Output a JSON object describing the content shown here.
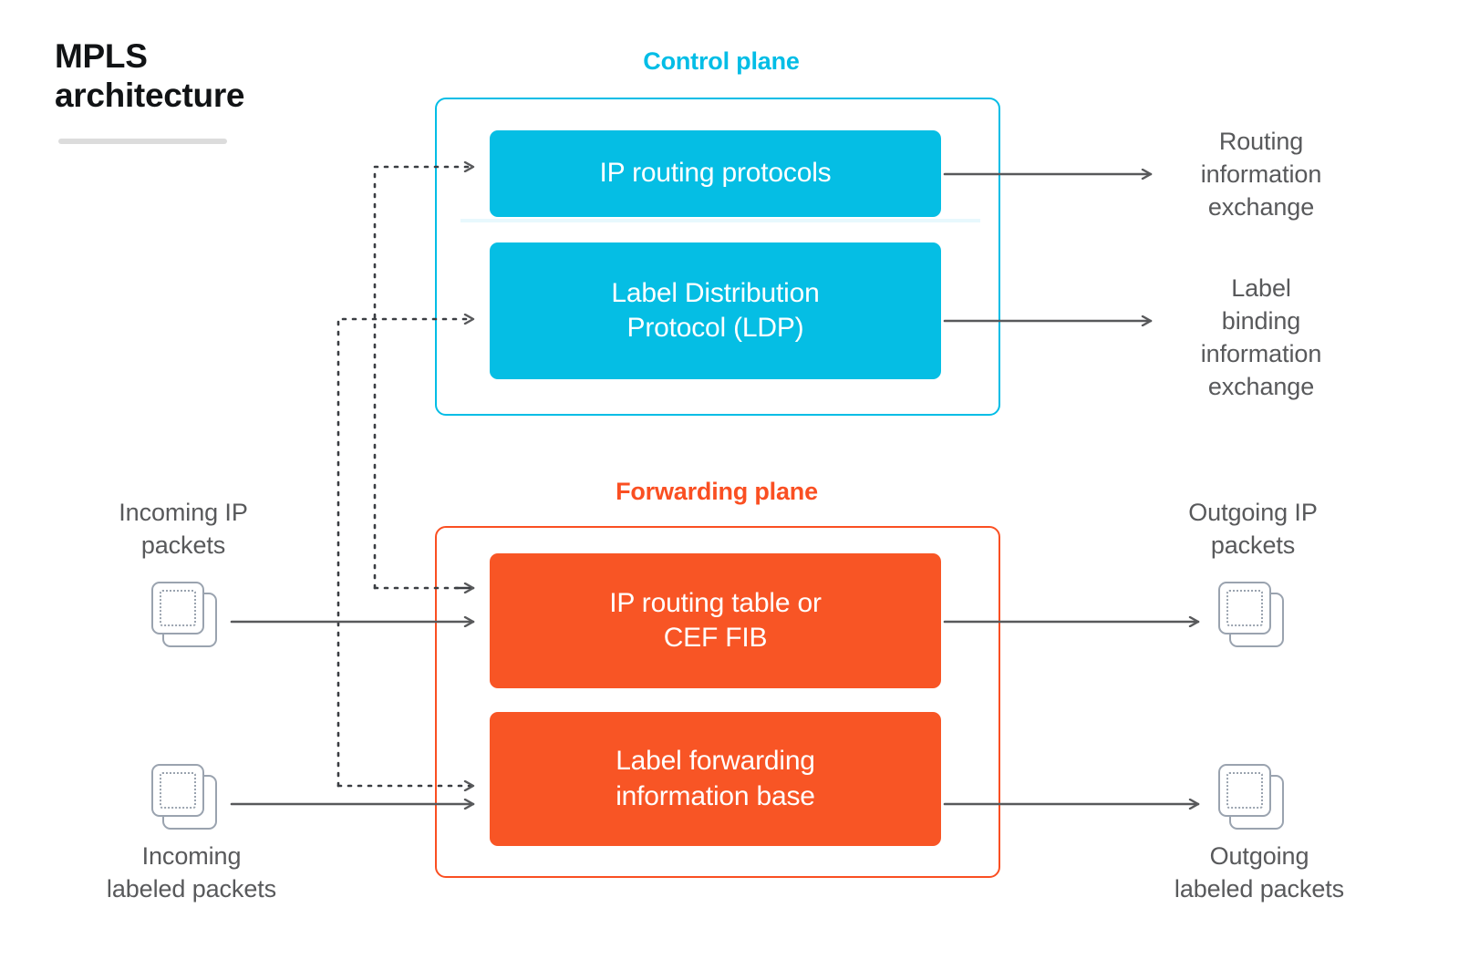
{
  "title": {
    "line1": "MPLS",
    "line2": "architecture"
  },
  "colors": {
    "control_accent": "#00BDE6",
    "control_box": "#05BEE4",
    "forwarding_accent": "#FA4F22",
    "forwarding_box": "#F85525",
    "text_gray": "#58595B",
    "title_black": "#111315",
    "icon_gray": "#9aa3af",
    "arrow_gray": "#58595B"
  },
  "planes": [
    {
      "id": "control",
      "caption": "Control plane",
      "nodes": [
        {
          "id": "ip-routing-protocols",
          "label": "IP routing protocols"
        },
        {
          "id": "ldp",
          "label": "Label Distribution\nProtocol (LDP)"
        }
      ]
    },
    {
      "id": "forwarding",
      "caption": "Forwarding plane",
      "nodes": [
        {
          "id": "ip-routing-table",
          "label": "IP routing table or\nCEF FIB"
        },
        {
          "id": "lfib",
          "label": "Label forwarding\ninformation base"
        }
      ]
    }
  ],
  "node_labels": {
    "ip_routing_protocols": "IP routing protocols",
    "ldp": "Label Distribution\nProtocol (LDP)",
    "ip_routing_table": "IP routing table or\nCEF FIB",
    "lfib": "Label forwarding\ninformation base"
  },
  "right_labels": {
    "routing_exchange": "Routing\ninformation\nexchange",
    "binding_exchange": "Label\nbinding\ninformation\nexchange",
    "outgoing_ip": "Outgoing IP\npackets",
    "outgoing_labeled": "Outgoing\nlabeled packets"
  },
  "left_labels": {
    "incoming_ip": "Incoming IP\npackets",
    "incoming_labeled": "Incoming\nlabeled packets"
  },
  "icons": {
    "incoming_ip_packet": "packet-stack-icon",
    "incoming_labeled_packet": "packet-stack-icon",
    "outgoing_ip_packet": "packet-stack-icon",
    "outgoing_labeled_packet": "packet-stack-icon"
  },
  "connectors": [
    {
      "name": "incoming-ip-to-routing-table",
      "style": "solid",
      "from": "incoming-ip-packets",
      "to": "ip-routing-table"
    },
    {
      "name": "incoming-labeled-to-lfib",
      "style": "solid",
      "from": "incoming-labeled-packets",
      "to": "lfib"
    },
    {
      "name": "routing-table-to-outgoing-ip",
      "style": "solid",
      "from": "ip-routing-table",
      "to": "outgoing-ip-packets"
    },
    {
      "name": "lfib-to-outgoing-labeled",
      "style": "solid",
      "from": "lfib",
      "to": "outgoing-labeled-packets"
    },
    {
      "name": "ip-routing-protocols-to-routing-exchange",
      "style": "solid",
      "from": "ip-routing-protocols",
      "to": "routing-information-exchange"
    },
    {
      "name": "ldp-to-binding-exchange",
      "style": "solid",
      "from": "ldp",
      "to": "label-binding-information-exchange"
    },
    {
      "name": "routing-table-to-ip-routing-protocols",
      "style": "dotted",
      "from": "ip-routing-table",
      "to": "ip-routing-protocols"
    },
    {
      "name": "lfib-to-ldp",
      "style": "dotted",
      "from": "lfib",
      "to": "ldp"
    }
  ]
}
